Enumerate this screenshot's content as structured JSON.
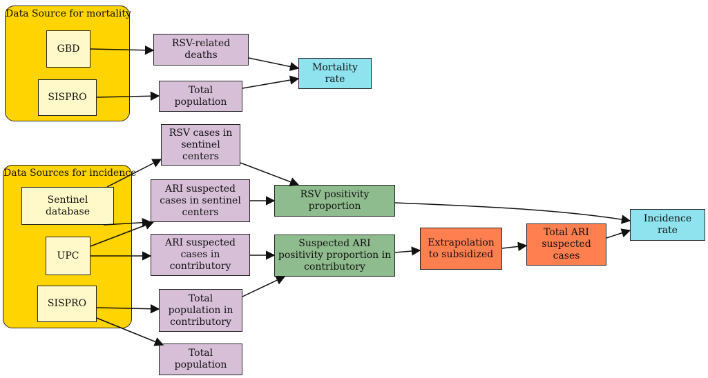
{
  "colors": {
    "source_group": "#FFD400",
    "source": "#FFF8C8",
    "intermediate": "#D8BFD8",
    "computed": "#8FBC8F",
    "extrapolated": "#FF7F50",
    "outcome": "#8EE3EF",
    "edge": "#111111"
  },
  "groups": {
    "mortality": "Data Source for mortality",
    "incidence": "Data Sources for incidence"
  },
  "nodes": {
    "gbd": "GBD",
    "sispro_mortality": "SISPRO",
    "rsv_deaths": "RSV-related deaths",
    "total_population_mortality": "Total population",
    "mortality_rate": "Mortality rate",
    "sentinel_database": "Sentinel database",
    "upc": "UPC",
    "sispro_incidence": "SISPRO",
    "rsv_cases_sentinel": "RSV cases in sentinel centers",
    "ari_cases_sentinel": "ARI suspected cases in sentinel centers",
    "ari_cases_contributory": "ARI suspected cases in contributory",
    "total_population_contributory": "Total population in contributory",
    "total_population": "Total population",
    "rsv_positivity": "RSV positivity proportion",
    "ari_positivity_contributory": "Suspected ARI positivity proportion in contributory",
    "extrapolation": "Extrapolation to subsidized",
    "total_ari_cases": "Total ARI suspected cases",
    "incidence_rate": "Incidence rate"
  },
  "edges": [
    [
      "gbd",
      "rsv_deaths"
    ],
    [
      "sispro_mortality",
      "total_population_mortality"
    ],
    [
      "rsv_deaths",
      "mortality_rate"
    ],
    [
      "total_population_mortality",
      "mortality_rate"
    ],
    [
      "sentinel_database",
      "rsv_cases_sentinel"
    ],
    [
      "sentinel_database",
      "ari_cases_sentinel"
    ],
    [
      "upc",
      "ari_cases_sentinel"
    ],
    [
      "upc",
      "ari_cases_contributory"
    ],
    [
      "sispro_incidence",
      "total_population_contributory"
    ],
    [
      "sispro_incidence",
      "total_population"
    ],
    [
      "rsv_cases_sentinel",
      "rsv_positivity"
    ],
    [
      "ari_cases_sentinel",
      "rsv_positivity"
    ],
    [
      "ari_cases_contributory",
      "ari_positivity_contributory"
    ],
    [
      "total_population_contributory",
      "ari_positivity_contributory"
    ],
    [
      "ari_positivity_contributory",
      "extrapolation"
    ],
    [
      "extrapolation",
      "total_ari_cases"
    ],
    [
      "total_ari_cases",
      "incidence_rate"
    ],
    [
      "rsv_positivity",
      "incidence_rate"
    ]
  ]
}
